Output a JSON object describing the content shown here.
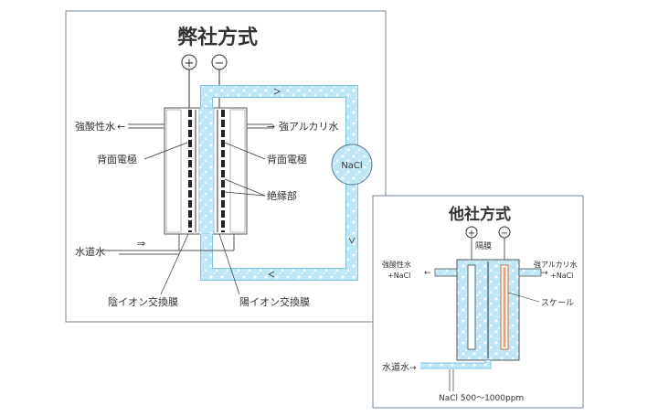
{
  "panel_a": {
    "title": "弊社方式",
    "plus": "+",
    "minus": "−",
    "labels": {
      "acid_out": "強酸性水",
      "alkali_out": "強アルカリ水",
      "back_electrode_left": "背面電極",
      "back_electrode_right": "背面電極",
      "insulation": "絶縁部",
      "tap_water": "水道水",
      "anion_membrane": "陰イオン交換膜",
      "cation_membrane": "陽イオン交換膜",
      "nacl": "NaCl"
    }
  },
  "panel_b": {
    "title": "他社方式",
    "plus": "+",
    "minus": "−",
    "labels": {
      "membrane": "隔膜",
      "acid_out_line1": "強酸性水",
      "acid_out_line2": "+NaCl",
      "alkali_out_line1": "強アルカリ水",
      "alkali_out_line2": "+NaCl",
      "scale": "スケール",
      "tap_water": "水道水",
      "nacl_conc": "NaCl 500〜1000ppm"
    }
  },
  "colors": {
    "water": "#bfe6f5",
    "water_dots": "#ffffff",
    "frame": "#5a6a78",
    "scale": "#e8a070"
  }
}
